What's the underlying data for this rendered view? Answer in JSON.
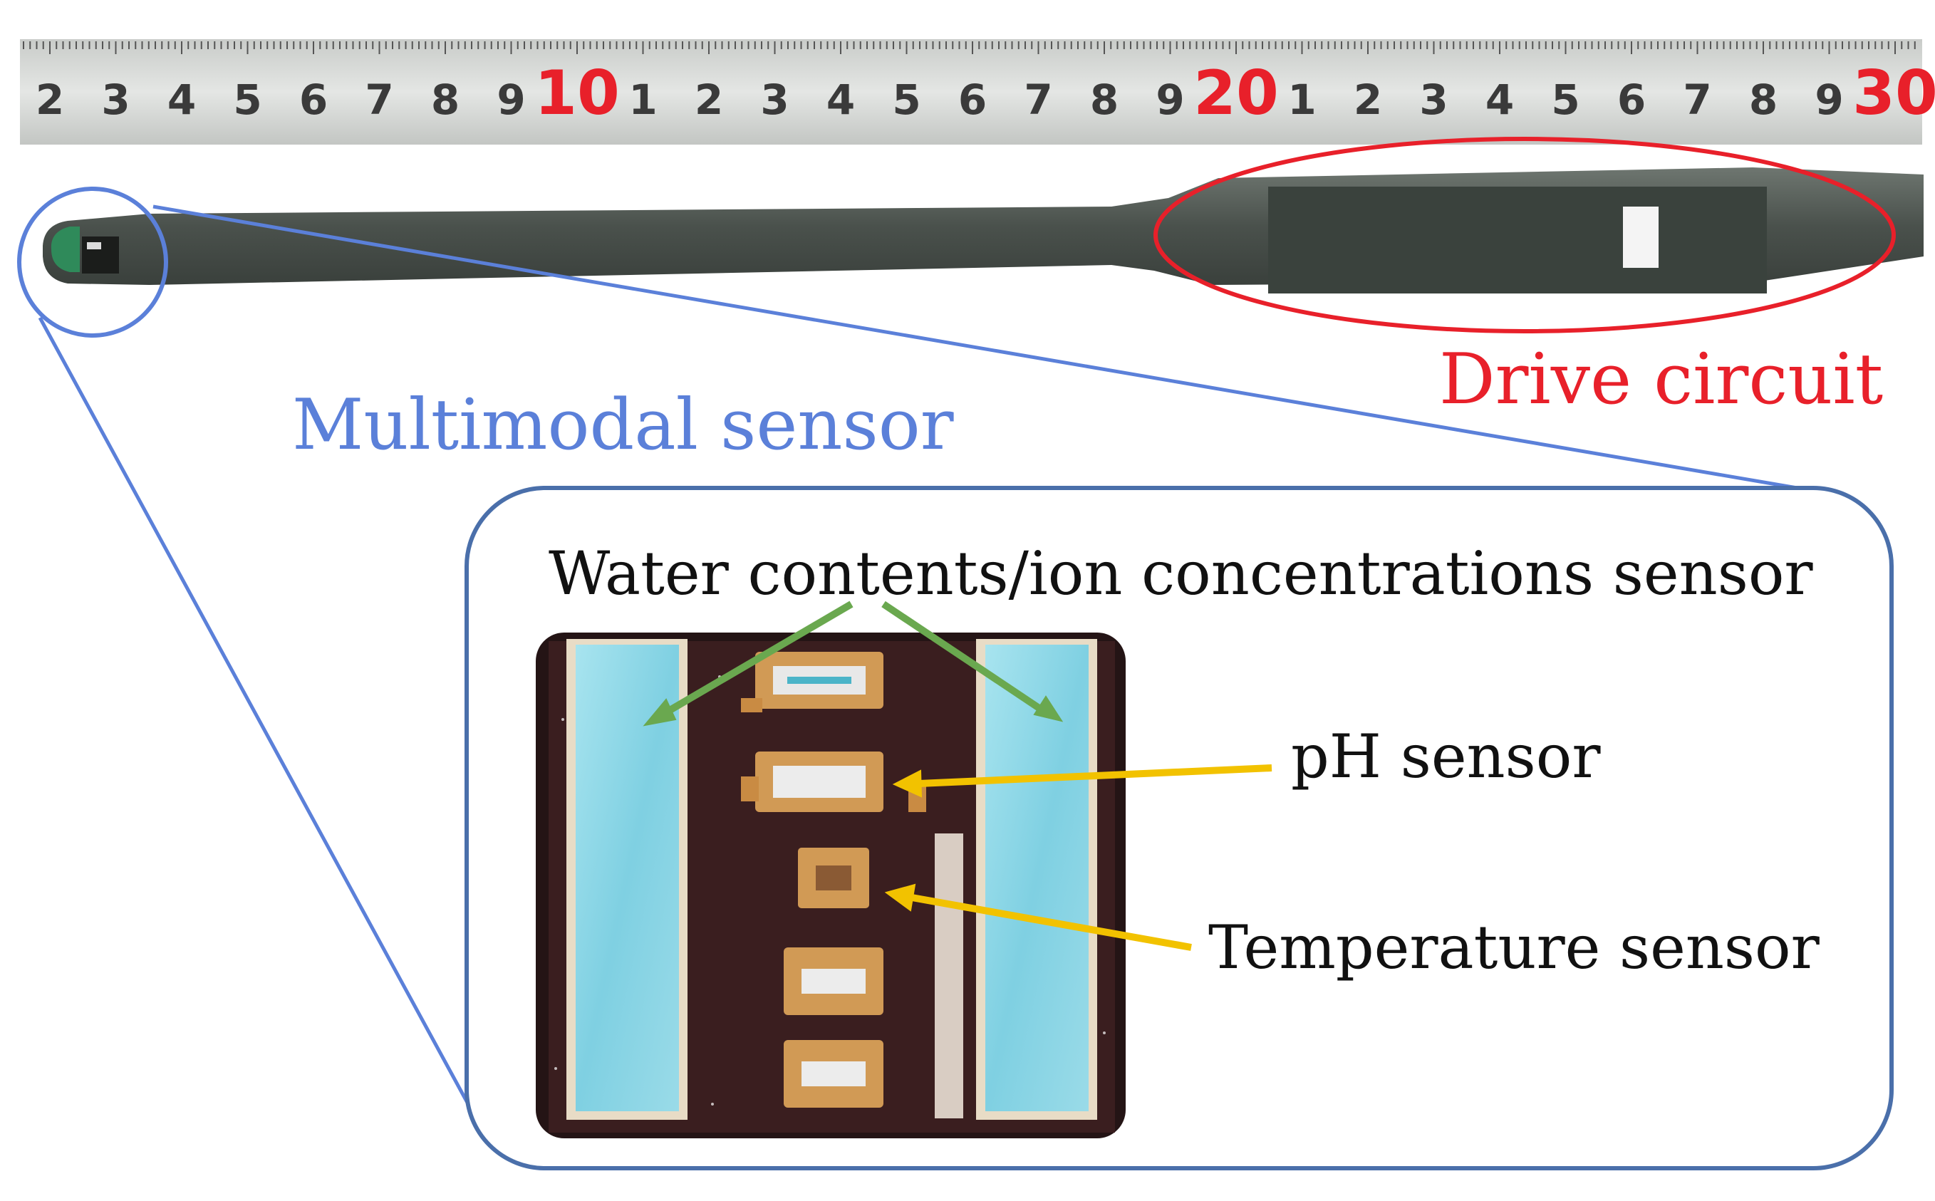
{
  "ruler": {
    "numbers": [
      "2",
      "3",
      "4",
      "5",
      "6",
      "7",
      "8",
      "9",
      "10",
      "1",
      "2",
      "3",
      "4",
      "5",
      "6",
      "7",
      "8",
      "9",
      "20",
      "1",
      "2",
      "3",
      "4",
      "5",
      "6",
      "7",
      "8",
      "9",
      "30"
    ],
    "major_color": "#e8202a",
    "minor_color": "#3a3a3a"
  },
  "labels": {
    "multimodal": "Multimodal sensor",
    "drive": "Drive circuit",
    "water": "Water contents/ion concentrations sensor",
    "ph": "pH sensor",
    "temperature": "Temperature sensor"
  },
  "colors": {
    "multimodal_accent": "#5b80d9",
    "drive_accent": "#e8202a",
    "water_arrows": "#6aa84f",
    "ph_temp_arrows": "#f2c200",
    "inset_border": "#4a6faa"
  }
}
